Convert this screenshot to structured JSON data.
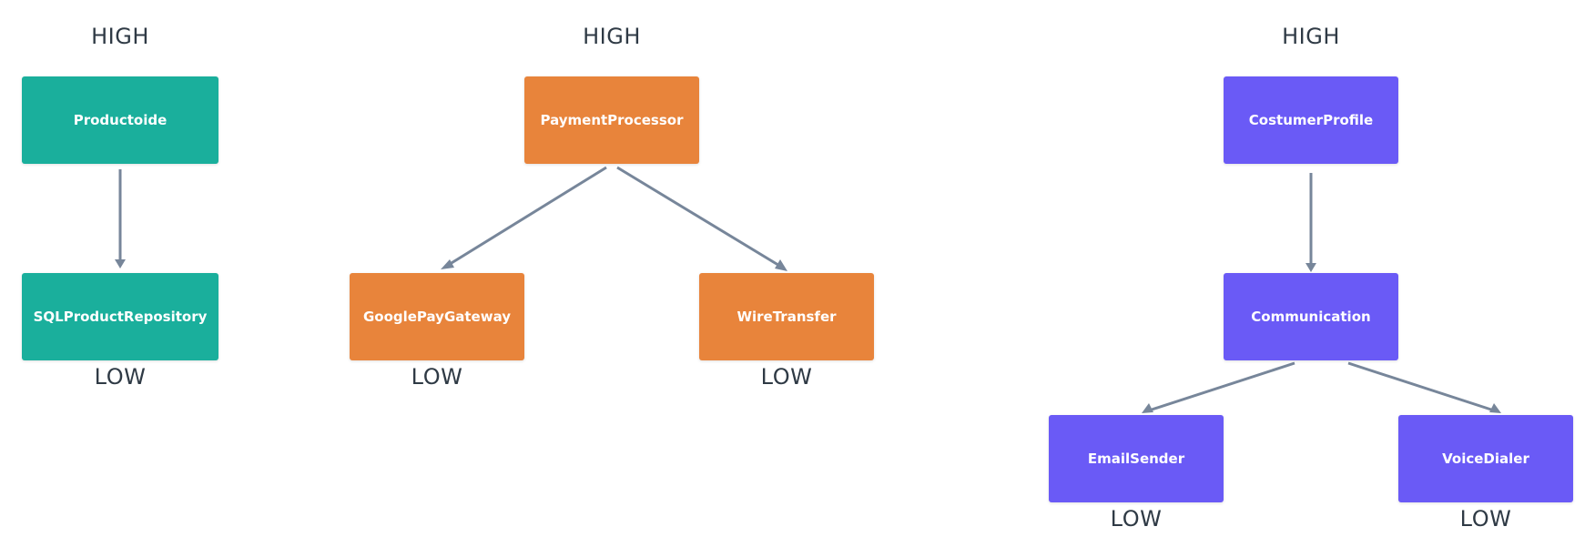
{
  "labels": {
    "high": "HIGH",
    "low": "LOW"
  },
  "colors": {
    "teal": "#1aaf9c",
    "orange": "#e8843b",
    "purple": "#6a5af6",
    "arrow": "#77869a",
    "label_text": "#2f3a45"
  },
  "groups": {
    "product": {
      "high_label": "HIGH",
      "top": "Productoide",
      "bottom": "SQLProductRepository",
      "bottom_low": "LOW"
    },
    "payment": {
      "high_label": "HIGH",
      "top": "PaymentProcessor",
      "left": "GooglePayGateway",
      "left_low": "LOW",
      "right": "WireTransfer",
      "right_low": "LOW"
    },
    "customer": {
      "high_label": "HIGH",
      "top": "CostumerProfile",
      "middle": "Communication",
      "left": "EmailSender",
      "left_low": "LOW",
      "right": "VoiceDialer",
      "right_low": "LOW"
    }
  }
}
